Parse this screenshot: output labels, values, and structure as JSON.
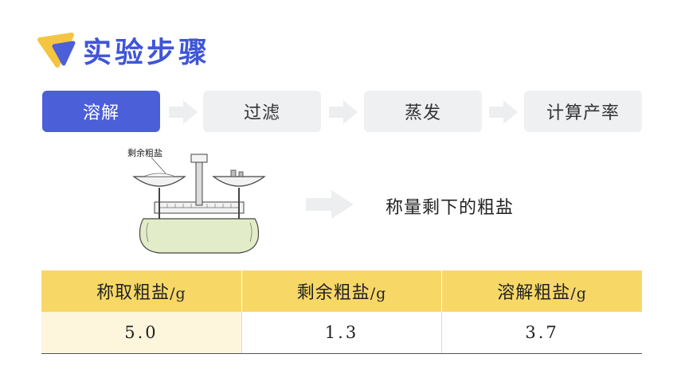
{
  "header": {
    "title": "实验步骤"
  },
  "steps": [
    {
      "label": "溶解",
      "active": true
    },
    {
      "label": "过滤",
      "active": false
    },
    {
      "label": "蒸发",
      "active": false
    },
    {
      "label": "计算产率",
      "active": false
    }
  ],
  "figure": {
    "label": "剩余粗盐"
  },
  "description": "称量剩下的粗盐",
  "table": {
    "headers": [
      {
        "name": "称取粗盐",
        "unit": "/g"
      },
      {
        "name": "剩余粗盐",
        "unit": "/g"
      },
      {
        "name": "溶解粗盐",
        "unit": "/g"
      }
    ],
    "row": [
      "5.0",
      "1.3",
      "3.7"
    ]
  },
  "colors": {
    "accent": "#4b5fd8",
    "logo_yellow": "#f5c542",
    "table_header": "#f7d867",
    "step_bg": "#eef0f1"
  }
}
